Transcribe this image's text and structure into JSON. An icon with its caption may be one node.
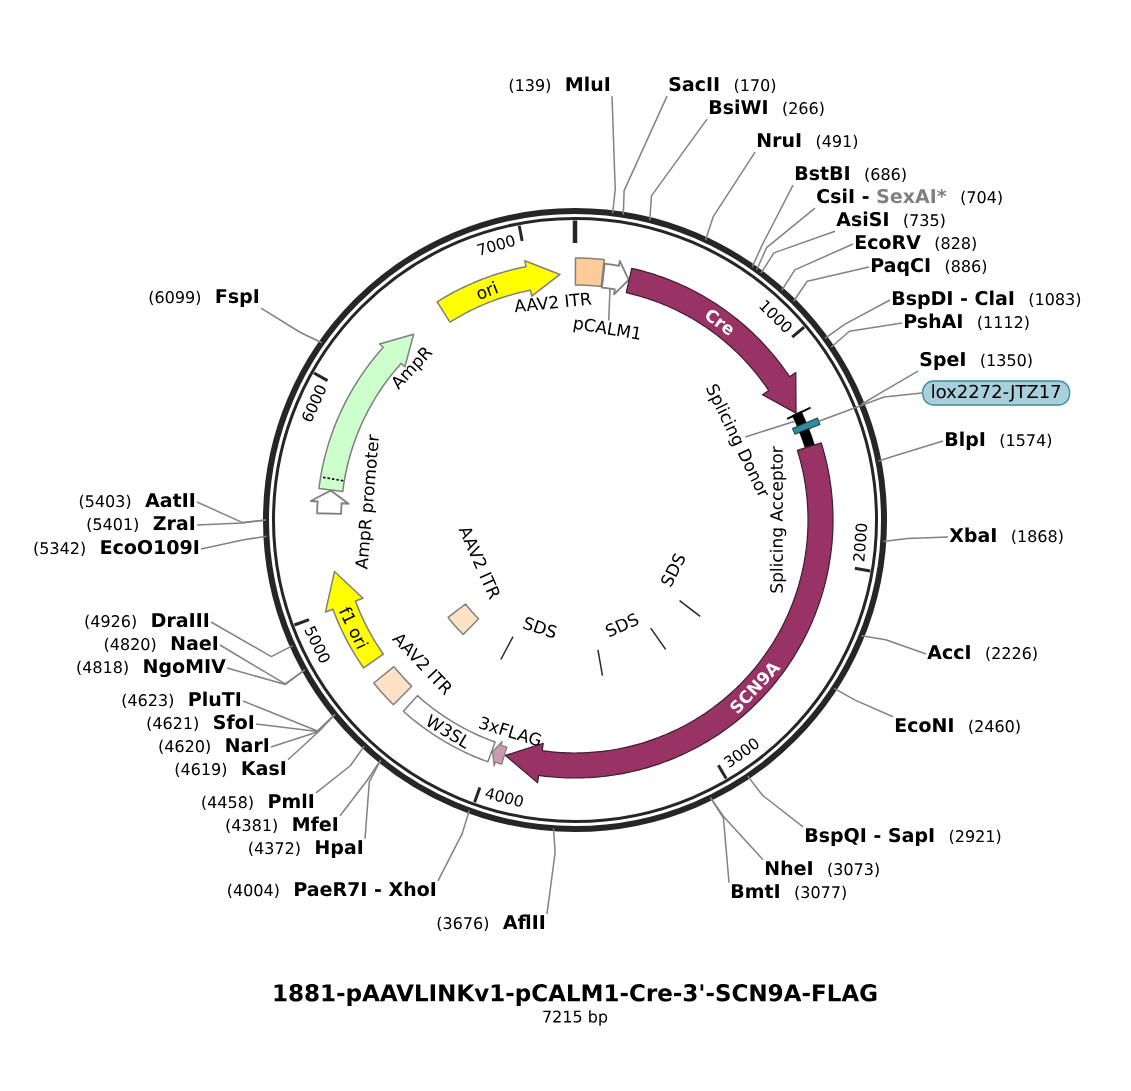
{
  "diagram": {
    "title": "1881-pAAVLINKv1-pCALM1-Cre-3'-SCN9A-FLAG",
    "nodes": [
      {
        "text": [],
        "shape": "circle"
      },
      {
        "text": [
          "AAV2 ITR"
        ],
        "in": 0
      },
      {
        "text": [],
        "shape": "arrow",
        "in": 0
      },
      {
        "text": [
          "pCALM1"
        ],
        "in": 0
      },
      {
        "text": [
          "Cre"
        ],
        "in": 0
      },
      {
        "text": [],
        "shape": "bar",
        "in": 0
      },
      {
        "text": [
          "Splicing Donor"
        ],
        "in": 0
      },
      {
        "text": [],
        "shape": "box",
        "in": 0
      },
      {
        "text": [
          "Splicing Acceptor"
        ],
        "in": 0
      },
      {
        "text": [
          "SCN9A"
        ],
        "in": 0
      },
      {
        "text": [
          "3xFLAG"
        ],
        "in": 0
      },
      {
        "text": [
          "W3SL"
        ],
        "in": 0
      },
      {
        "text": [
          "AAV2 ITR"
        ],
        "in": 0
      },
      {
        "text": [
          "f1 ori"
        ],
        "in": 0
      },
      {
        "text": [
          "AmpR promoter"
        ],
        "in": 0
      },
      {
        "text": [
          "AmpR"
        ],
        "in": 0
      },
      {
        "text": [
          "ori"
        ],
        "in": 0
      },
      {
        "text": [
          "AAV2 ITR"
        ],
        "in": 0
      },
      {
        "text": [
          "MluI"
        ],
        "beside": [
          "(139)"
        ]
      },
      {
        "text": [
          "SacII"
        ],
        "beside": [
          "(170)"
        ]
      },
      {
        "text": [
          "BsiWI"
        ],
        "beside": [
          "(266)"
        ]
      },
      {
        "text": [
          "NruI"
        ],
        "beside": [
          "(491)"
        ]
      },
      {
        "text": [
          "BstBI"
        ],
        "beside": [
          "(686)"
        ]
      },
      {
        "text": [
          "CsiI -",
          "SexAI*"
        ],
        "beside": [
          "(704)"
        ]
      },
      {
        "text": [
          "AsiSI"
        ],
        "beside": [
          "(735)"
        ]
      },
      {
        "text": [
          "EcoRV"
        ],
        "beside": [
          "(828)"
        ]
      },
      {
        "text": [
          "PaqCI"
        ],
        "beside": [
          "(886)"
        ]
      },
      {
        "text": [
          "BspDI - ClaI"
        ],
        "beside": [
          "(1083)"
        ]
      },
      {
        "text": [
          "PshAI"
        ],
        "beside": [
          "(1112)"
        ]
      },
      {
        "text": [
          "SpeI"
        ],
        "beside": [
          "(1350)"
        ]
      },
      {
        "text": [
          "lox2272-JTZ17"
        ]
      },
      {
        "text": [
          "BlpI"
        ],
        "beside": [
          "(1574)"
        ]
      },
      {
        "text": [
          "XbaI"
        ],
        "beside": [
          "(1868)"
        ]
      },
      {
        "text": [
          "AccI"
        ],
        "beside": [
          "(2226)"
        ]
      },
      {
        "text": [
          "EcoNI"
        ],
        "beside": [
          "(2460)"
        ]
      },
      {
        "text": [
          "BspQI - SapI"
        ],
        "beside": [
          "(2921)"
        ]
      },
      {
        "text": [
          "NheI"
        ],
        "beside": [
          "(3073)"
        ]
      },
      {
        "text": [
          "BmtI"
        ],
        "beside": [
          "(3077)"
        ]
      },
      {
        "text": [
          "AflII"
        ],
        "beside": [
          "(3676)"
        ]
      },
      {
        "text": [
          "PaeR7I - XhoI"
        ],
        "beside": [
          "(4004)"
        ]
      },
      {
        "text": [
          "HpaI"
        ],
        "beside": [
          "(4372)"
        ]
      },
      {
        "text": [
          "MfeI"
        ],
        "beside": [
          "(4381)"
        ]
      },
      {
        "text": [
          "PmlI"
        ],
        "beside": [
          "(4458)"
        ]
      },
      {
        "text": [
          "KasI"
        ],
        "beside": [
          "(4619)"
        ]
      },
      {
        "text": [
          "NarI"
        ],
        "beside": [
          "(4620)"
        ]
      },
      {
        "text": [
          "SfoI"
        ],
        "beside": [
          "(4621)"
        ]
      },
      {
        "text": [
          "PluTI"
        ],
        "beside": [
          "(4623)"
        ]
      },
      {
        "text": [
          "NgoMIV"
        ],
        "beside": [
          "(4818)"
        ]
      },
      {
        "text": [
          "NaeI"
        ],
        "beside": [
          "(4820)"
        ]
      },
      {
        "text": [
          "DraIII"
        ],
        "beside": [
          "(4926)"
        ]
      },
      {
        "text": [
          "EcoO109I"
        ],
        "beside": [
          "(5342)"
        ]
      },
      {
        "text": [
          "ZraI"
        ],
        "beside": [
          "(5401)"
        ]
      },
      {
        "text": [
          "AatII"
        ],
        "beside": [
          "(5403)"
        ]
      },
      {
        "text": [
          "FspI"
        ],
        "beside": [
          "(6099)"
        ]
      }
    ],
    "edges": [
      {
        "from": 3,
        "to": 2,
        "arrow": "none"
      },
      {
        "from": 6,
        "to": 5,
        "arrow": "none"
      },
      {
        "from": 18,
        "to": 0,
        "arrow": "none"
      },
      {
        "from": 19,
        "to": 0,
        "arrow": "none"
      },
      {
        "from": 20,
        "to": 0,
        "arrow": "none"
      },
      {
        "from": 21,
        "to": 0,
        "arrow": "none"
      },
      {
        "from": 22,
        "to": 0,
        "arrow": "none"
      },
      {
        "from": 23,
        "to": 0,
        "arrow": "none"
      },
      {
        "from": 24,
        "to": 0,
        "arrow": "none"
      },
      {
        "from": 25,
        "to": 0,
        "arrow": "none"
      },
      {
        "from": 26,
        "to": 0,
        "arrow": "none"
      },
      {
        "from": 27,
        "to": 0,
        "arrow": "none"
      },
      {
        "from": 28,
        "to": 0,
        "arrow": "none"
      },
      {
        "from": 29,
        "to": 0,
        "arrow": "none"
      },
      {
        "from": 30,
        "to": 7,
        "arrow": "none"
      },
      {
        "from": 31,
        "to": 0,
        "arrow": "none"
      },
      {
        "from": 32,
        "to": 0,
        "arrow": "none"
      },
      {
        "from": 33,
        "to": 0,
        "arrow": "none"
      },
      {
        "from": 34,
        "to": 0,
        "arrow": "none"
      },
      {
        "from": 35,
        "to": 0,
        "arrow": "none"
      },
      {
        "from": 36,
        "to": 0,
        "arrow": "none"
      },
      {
        "from": 37,
        "to": 0,
        "arrow": "none"
      },
      {
        "from": 38,
        "to": 0,
        "arrow": "none"
      },
      {
        "from": 39,
        "to": 0,
        "arrow": "none"
      },
      {
        "from": 40,
        "to": 0,
        "arrow": "none"
      },
      {
        "from": 41,
        "to": 0,
        "arrow": "none"
      },
      {
        "from": 42,
        "to": 0,
        "arrow": "none"
      },
      {
        "from": 43,
        "to": 0,
        "arrow": "none"
      },
      {
        "from": 44,
        "to": 0,
        "arrow": "none"
      },
      {
        "from": 45,
        "to": 0,
        "arrow": "none"
      },
      {
        "from": 46,
        "to": 0,
        "arrow": "none"
      },
      {
        "from": 47,
        "to": 0,
        "arrow": "none"
      },
      {
        "from": 48,
        "to": 0,
        "arrow": "none"
      },
      {
        "from": 49,
        "to": 0,
        "arrow": "none"
      },
      {
        "from": 50,
        "to": 0,
        "arrow": "none"
      },
      {
        "from": 51,
        "to": 0,
        "arrow": "none"
      },
      {
        "from": 52,
        "to": 0,
        "arrow": "none"
      },
      {
        "from": 53,
        "to": 0,
        "arrow": "none"
      }
    ],
    "labels": [
      "1000",
      "2000",
      "3000",
      "4000",
      "5000",
      "6000",
      "7000",
      "SDS",
      "SDS",
      "SDS",
      "7215 bp"
    ]
  }
}
